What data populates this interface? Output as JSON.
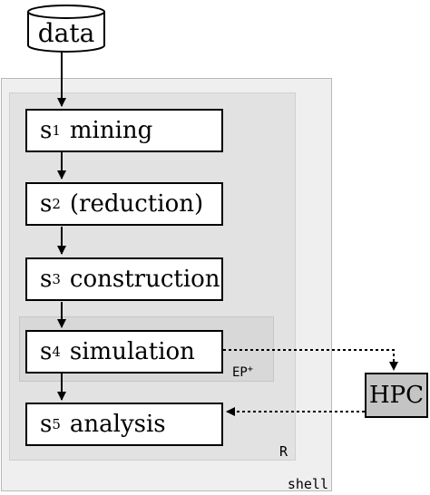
{
  "source": {
    "label": "data"
  },
  "steps": [
    {
      "prefix": "s",
      "index": "1",
      "name": "mining"
    },
    {
      "prefix": "s",
      "index": "2",
      "name": "(reduction)"
    },
    {
      "prefix": "s",
      "index": "3",
      "name": "construction"
    },
    {
      "prefix": "s",
      "index": "4",
      "name": "simulation"
    },
    {
      "prefix": "s",
      "index": "5",
      "name": "analysis"
    }
  ],
  "regions": {
    "shell": "shell",
    "r": "R",
    "ep": {
      "base": "EP",
      "sup": "+"
    }
  },
  "external": {
    "label": "HPC"
  },
  "colors": {
    "shell_fill": "#efefef",
    "r_fill": "#e2e2e2",
    "ep_fill": "#d8d8d8",
    "hpc_fill": "#c4c4c4"
  }
}
